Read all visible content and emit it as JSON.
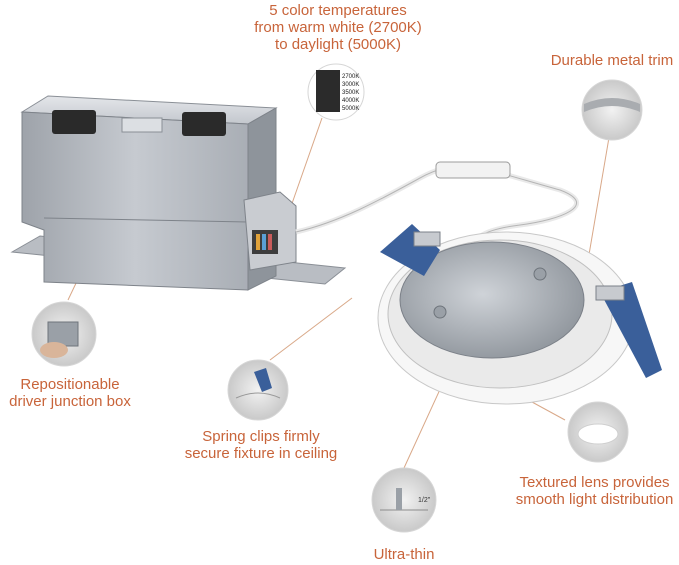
{
  "callouts": {
    "color_temps": [
      "5 color temperatures",
      "from warm white (2700K)",
      "to daylight (5000K)"
    ],
    "metal_trim": "Durable metal trim",
    "junction_box": [
      "Repositionable",
      "driver junction box"
    ],
    "spring_clips": [
      "Spring clips firmly",
      "secure fixture in ceiling"
    ],
    "lens": [
      "Textured lens provides",
      "smooth light distribution"
    ],
    "ultra_thin": "Ultra-thin"
  },
  "inset_labels": {
    "cct_switch": [
      "2700K",
      "3000K",
      "3500K",
      "4000K",
      "5000K"
    ],
    "thickness": "1/2\""
  },
  "colors": {
    "accent": "#c8643a",
    "leader_line": "#d9a888",
    "metal": "#b8bcc2",
    "clip_blue": "#3a5f9a"
  }
}
